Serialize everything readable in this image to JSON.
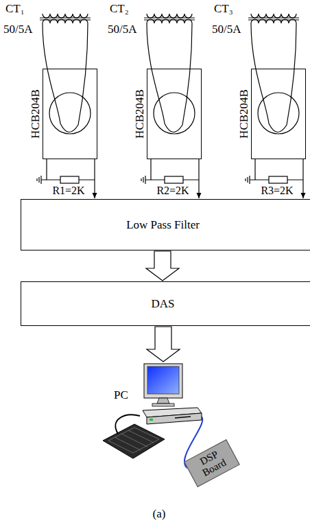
{
  "diagram": {
    "caption": "(a)",
    "nodes": [
      {
        "text": [
          "HCB204B"
        ]
      },
      {
        "text": [
          "HCB204B"
        ]
      },
      {
        "text": [
          "HCB204B"
        ]
      },
      {
        "text": [
          "Low Pass Filter"
        ]
      },
      {
        "text": [
          "DAS"
        ]
      },
      {
        "text": [
          "PC"
        ]
      },
      {
        "text": [
          "DSP Board"
        ]
      }
    ],
    "edges": [
      {
        "from": 0,
        "to": 3,
        "arrow": "to"
      },
      {
        "from": 1,
        "to": 3,
        "arrow": "to"
      },
      {
        "from": 2,
        "to": 3,
        "arrow": "to"
      },
      {
        "from": 3,
        "to": 4,
        "arrow": "to"
      },
      {
        "from": 4,
        "to": 5,
        "arrow": "to"
      },
      {
        "from": 5,
        "to": 6,
        "arrow": "none"
      }
    ],
    "labels": [
      "CT₁",
      "50/5A",
      "CT₂",
      "50/5A",
      "CT₃",
      "50/5A",
      "R1=2K",
      "R2=2K",
      "R3=2K"
    ]
  }
}
